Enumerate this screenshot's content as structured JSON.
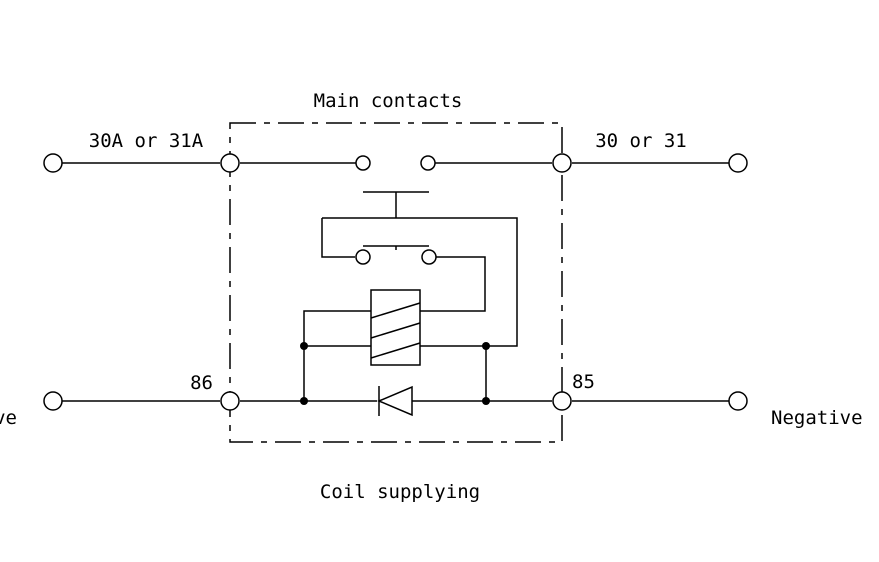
{
  "labels": {
    "main_contacts": "Main contacts",
    "terminal_left_top": "30A or 31A",
    "terminal_right_top": "30 or 31",
    "terminal_86": "86",
    "terminal_85": "85",
    "positive": "Positive",
    "negative": "Negative",
    "coil_supplying": "Coil supplying"
  }
}
